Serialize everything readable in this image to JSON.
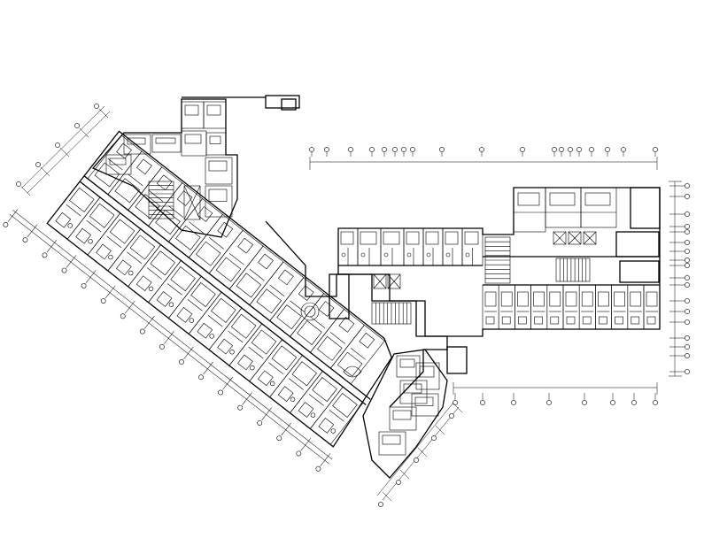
{
  "drawing": {
    "type": "architectural floor plan",
    "wings": [
      "angled-west-wing",
      "central-core",
      "east-wing"
    ],
    "line_color": "#000000",
    "background": "#ffffff"
  }
}
